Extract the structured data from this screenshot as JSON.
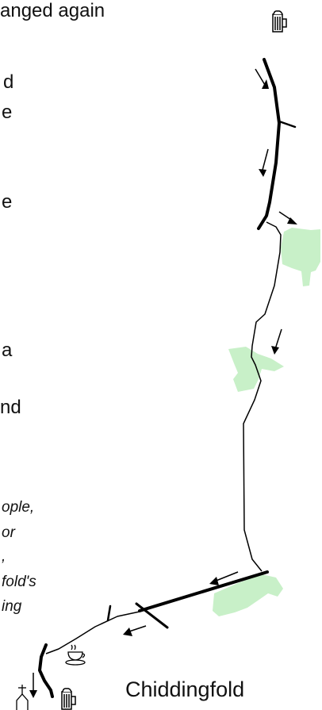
{
  "text_fragments": {
    "line1": "anged again",
    "line2": "d",
    "line3": "e",
    "line4": "e",
    "line5": "a",
    "line6": "nd"
  },
  "italic_fragments": {
    "line1": "ople,",
    "line2": "or",
    "line3": ",",
    "line4": "fold's",
    "line5": "ing"
  },
  "place_label": "Chiddingfold",
  "icons": [
    "beer-mug-icon",
    "beer-mug-icon",
    "teacup-icon",
    "church-icon",
    "arrow-icon"
  ],
  "colors": {
    "route": "#000000",
    "woodland": "#c8f0c8"
  }
}
